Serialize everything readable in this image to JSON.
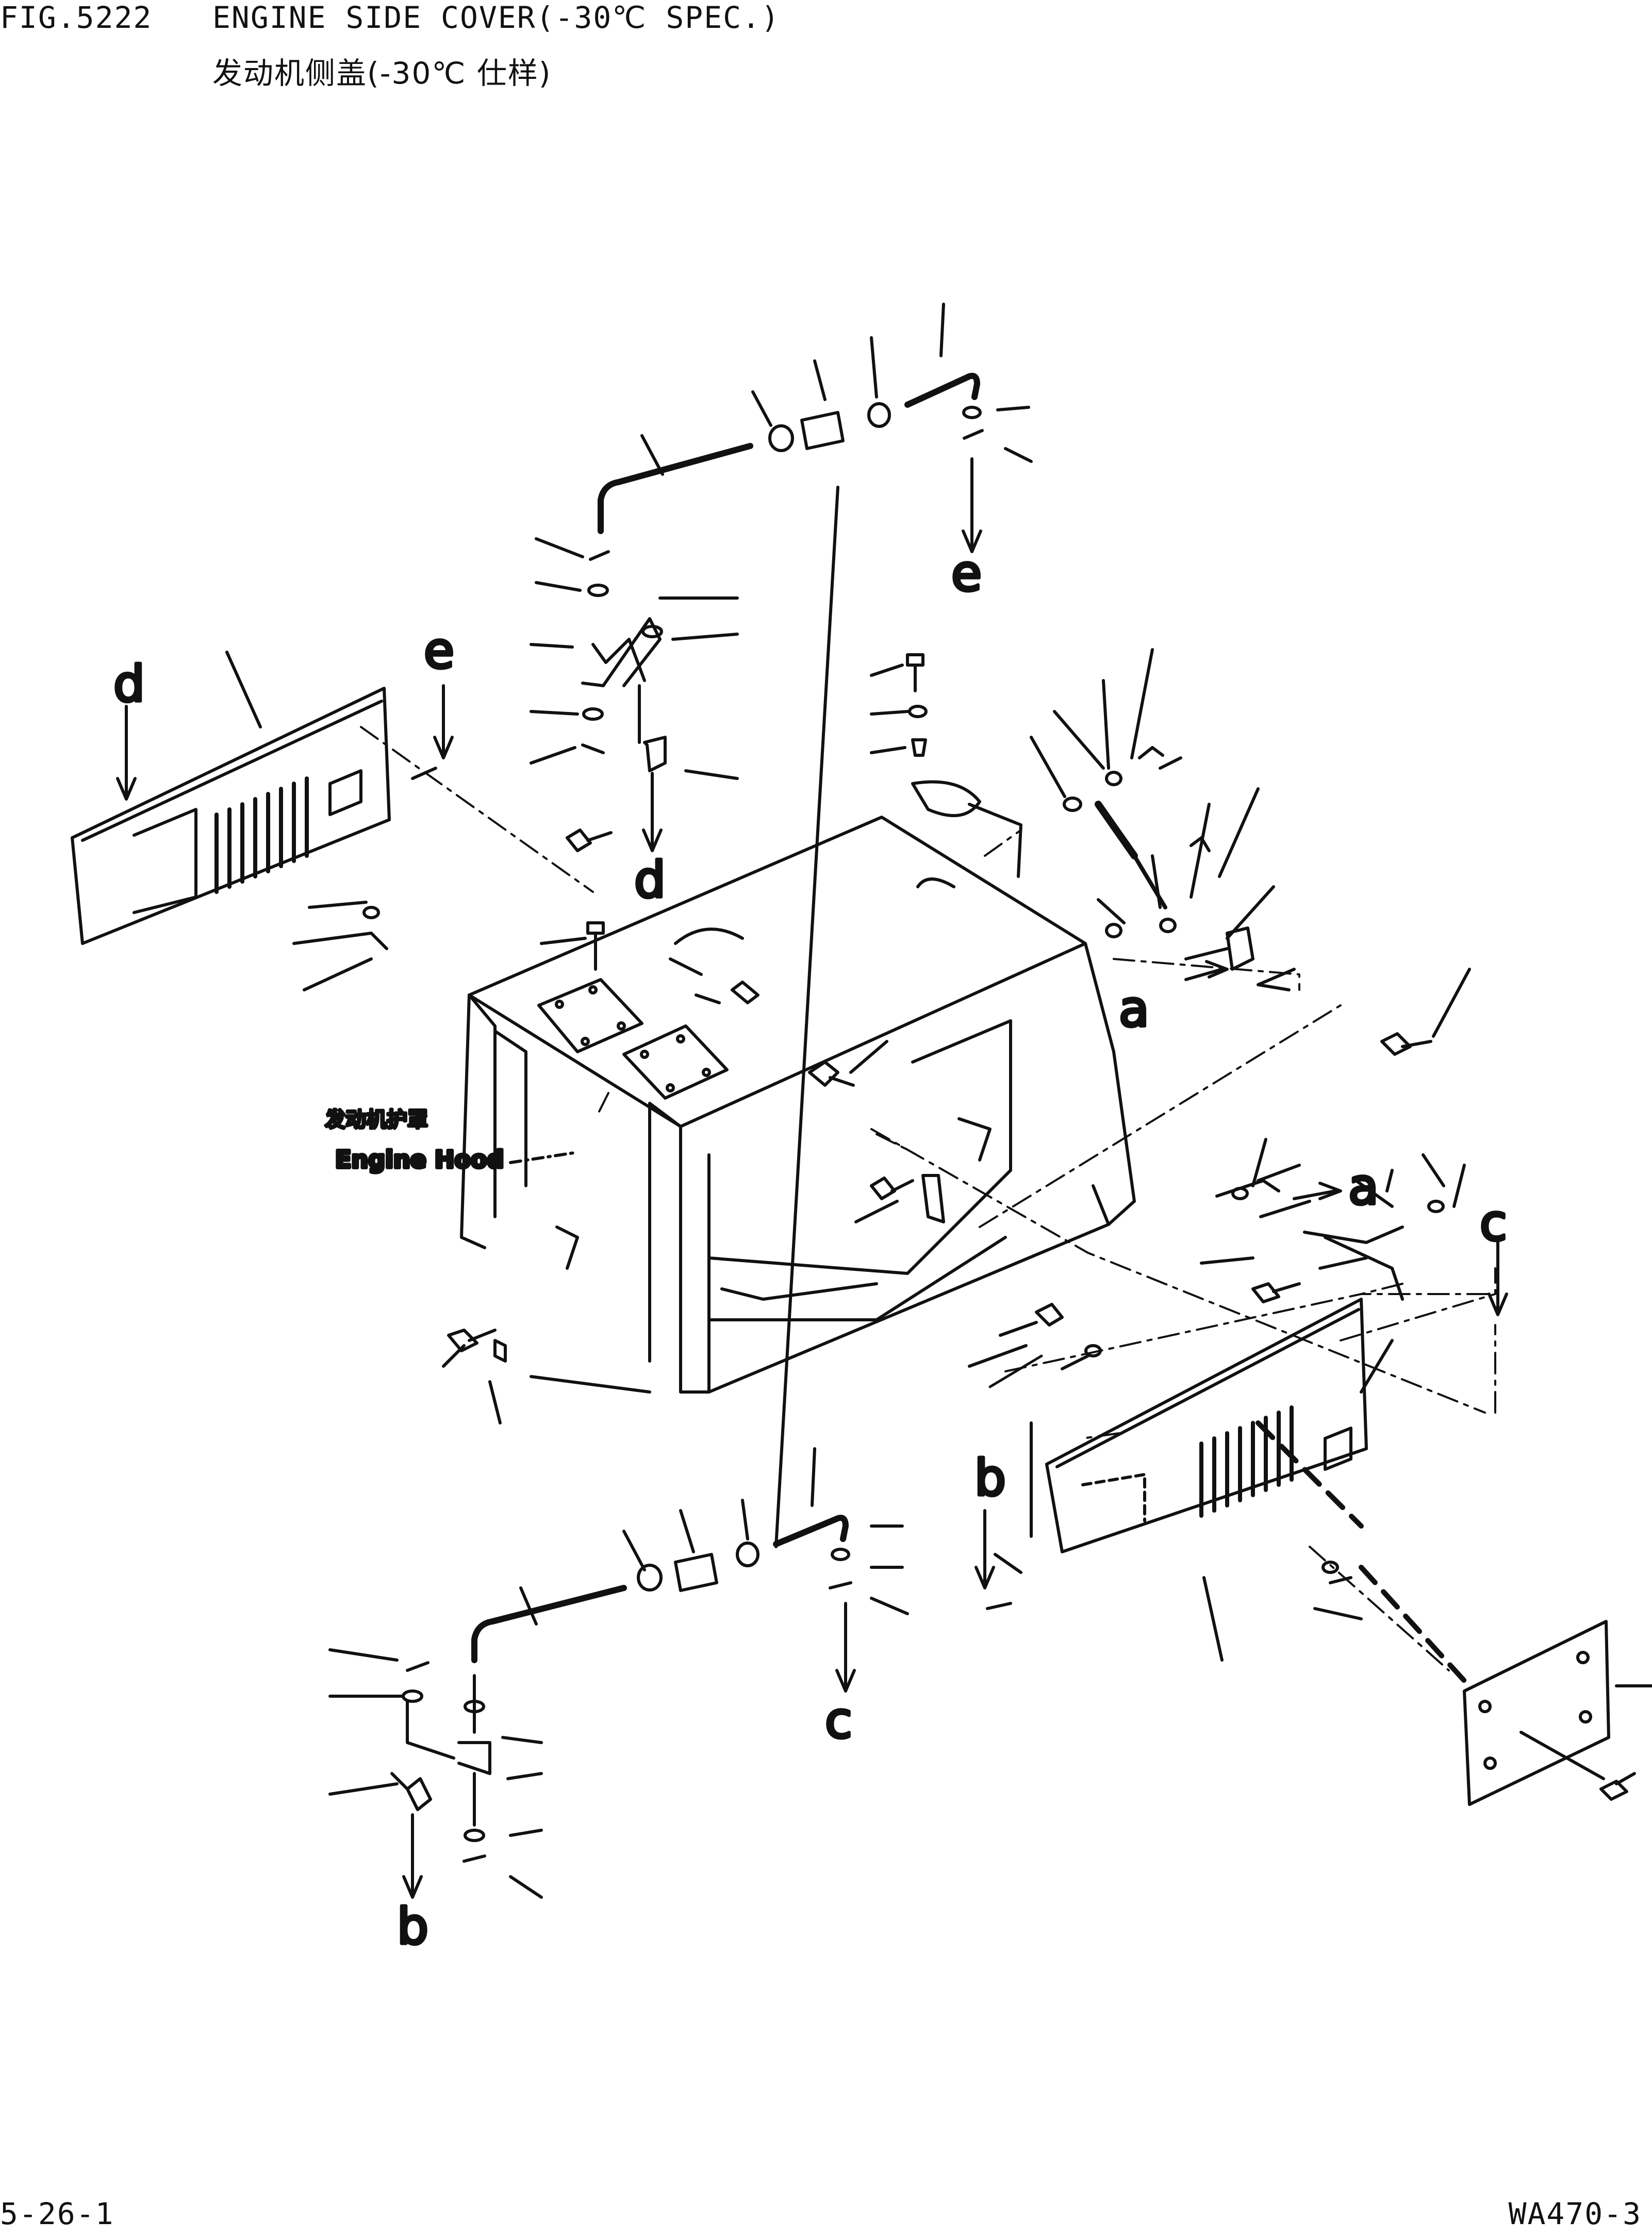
{
  "header": {
    "figure_number": "FIG.5222",
    "title_en": "ENGINE SIDE COVER(-30℃ SPEC.)",
    "title_zh": "发动机侧盖(-30℃ 仕样)"
  },
  "footer": {
    "page_number": "5-26-1",
    "model": "WA470-3"
  },
  "diagram": {
    "hood_label_zh": "发动机护罩",
    "hood_label_en": "Engine Hood",
    "reference_letters": {
      "a": "a",
      "b": "b",
      "c": "c",
      "d": "d",
      "e": "e"
    }
  }
}
